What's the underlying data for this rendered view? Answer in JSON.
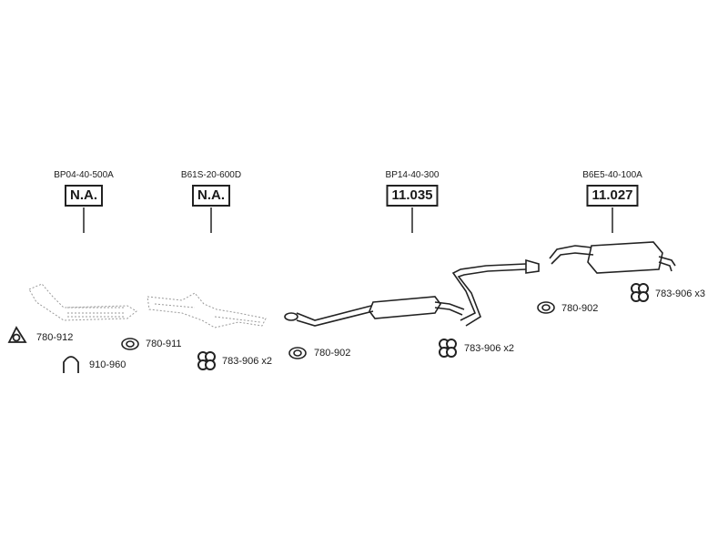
{
  "parts": [
    {
      "oe": "BP04-40-500A",
      "ref": "N.A."
    },
    {
      "oe": "B61S-20-600D",
      "ref": "N.A."
    },
    {
      "oe": "BP14-40-300",
      "ref": "11.035"
    },
    {
      "oe": "B6E5-40-100A",
      "ref": "11.027"
    }
  ],
  "accessories": [
    {
      "code": "780-912",
      "icon": "gasket-triangle-icon"
    },
    {
      "code": "780-911",
      "icon": "gasket-oval-icon"
    },
    {
      "code": "910-960",
      "icon": "u-clamp-icon"
    },
    {
      "code": "783-906 x2",
      "icon": "rubber-mount-icon"
    },
    {
      "code": "780-902",
      "icon": "gasket-oval-icon"
    },
    {
      "code": "783-906 x2",
      "icon": "rubber-mount-icon"
    },
    {
      "code": "780-902",
      "icon": "gasket-oval-icon"
    },
    {
      "code": "783-906 x3",
      "icon": "rubber-mount-icon"
    }
  ],
  "colors": {
    "line": "#222222",
    "ghost": "#9a9a9a",
    "background": "#ffffff"
  }
}
